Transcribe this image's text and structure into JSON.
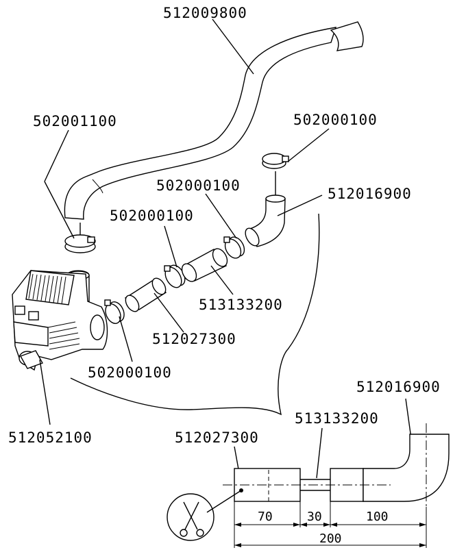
{
  "labels": {
    "top_hose": "512009800",
    "left_clamp": "502001100",
    "right_top_clamp": "502000100",
    "mid_clamp_upper": "502000100",
    "mid_clamp_left": "502000100",
    "elbow": "512016900",
    "tube_mid": "513133200",
    "tube_short": "512027300",
    "bottom_clamp": "502000100",
    "pump": "512052100"
  },
  "detail": {
    "elbow": "512016900",
    "tube_mid": "513133200",
    "tube_short": "512027300",
    "dim_a": "70",
    "dim_b": "30",
    "dim_c": "100",
    "dim_total": "200"
  },
  "icons": {
    "cut": "scissors-icon"
  }
}
